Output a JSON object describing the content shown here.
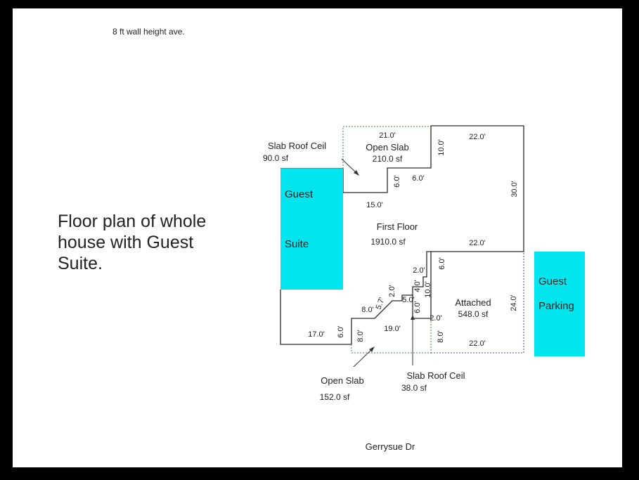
{
  "note": "8 ft wall height ave.",
  "caption": [
    "Floor plan of whole",
    "house with Guest",
    "Suite."
  ],
  "street": "Gerrysue Dr",
  "colors": {
    "frame": "#000000",
    "page": "#ffffff",
    "suite": "#00e5ee",
    "wall": "#2a2a2a",
    "slab": "#3a8f3a",
    "attached": "#3a4fa8"
  },
  "guest_suite": {
    "line1": "Guest",
    "line2": "Suite"
  },
  "guest_parking": {
    "line1": "Guest",
    "line2": "Parking"
  },
  "areas": {
    "open_slab_top": {
      "label": "Open Slab",
      "area": "210.0 sf"
    },
    "first_floor": {
      "label": "First Floor",
      "area": "1910.0 sf"
    },
    "attached": {
      "label": "Attached",
      "area": "548.0 sf"
    },
    "slab_roof_ceil_top": {
      "label": "Slab Roof Ceil",
      "area": "90.0 sf"
    },
    "open_slab_bottom": {
      "label": "Open Slab",
      "area": "152.0 sf"
    },
    "slab_roof_ceil_bottom": {
      "label": "Slab Roof Ceil",
      "area": "38.0 sf"
    }
  },
  "dims": {
    "d21": "21.0'",
    "d22top": "22.0'",
    "d10top": "10.0'",
    "d30": "30.0'",
    "d6a": "6.0'",
    "d6b": "6.0'",
    "d15": "15.0'",
    "d22mid": "22.0'",
    "d6c": "6.0'",
    "d2a": "2.0'",
    "d4": "4.0'",
    "d10b": "10.0'",
    "d6d": "6.0'",
    "d5": "5.0'",
    "d2b": "2.0'",
    "d57": "5.7'",
    "d8a": "8.0'",
    "d2c": "2.0'",
    "d24": "24.0'",
    "d17": "17.0'",
    "d6e": "6.0'",
    "d8b": "8.0'",
    "d19": "19.0'",
    "d8c": "8.0'",
    "d22bot": "22.0'"
  }
}
